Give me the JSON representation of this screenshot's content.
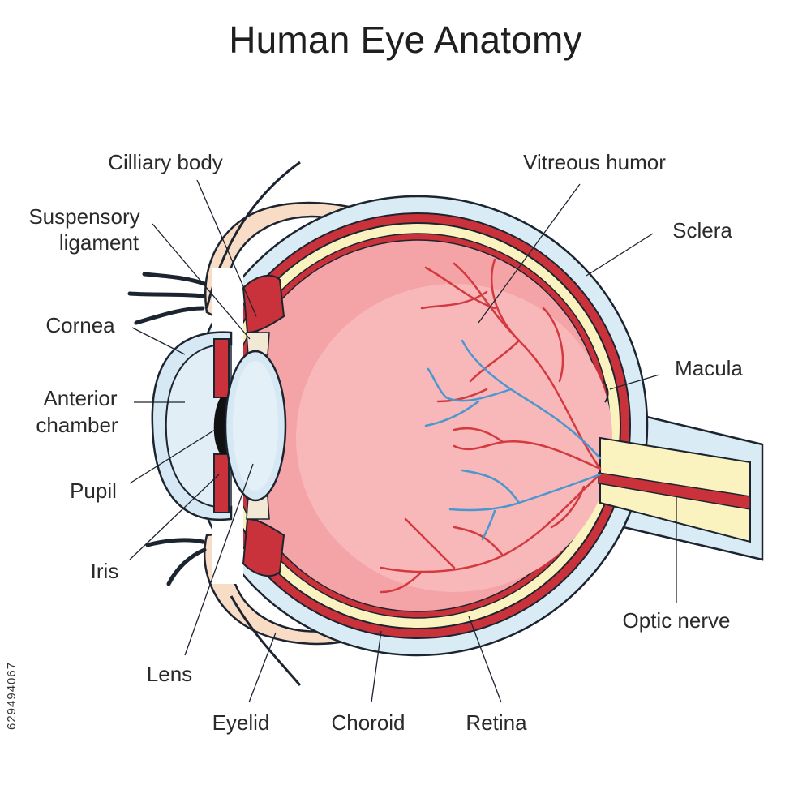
{
  "title": "Human Eye Anatomy",
  "labels": {
    "cilliary_body": "Cilliary body",
    "suspensory_ligament_1": "Suspensory",
    "suspensory_ligament_2": "ligament",
    "cornea": "Cornea",
    "anterior_chamber_1": "Anterior",
    "anterior_chamber_2": "chamber",
    "pupil": "Pupil",
    "iris": "Iris",
    "lens": "Lens",
    "eyelid": "Eyelid",
    "choroid": "Choroid",
    "retina": "Retina",
    "optic_nerve": "Optic nerve",
    "macula": "Macula",
    "sclera": "Sclera",
    "vitreous_humor": "Vitreous humor"
  },
  "stock_id": "629494067",
  "colors": {
    "sclera": "#d9ebf4",
    "choroid": "#c9323a",
    "retina": "#fbf3bf",
    "vitreous": "#f4a3a6",
    "vitreous_light": "#f8b7b9",
    "vessel_red": "#d33a40",
    "vessel_blue": "#4a97cf",
    "skin": "#f9dcc6",
    "lens": "#d6e8f3",
    "outline": "#1c2430"
  }
}
